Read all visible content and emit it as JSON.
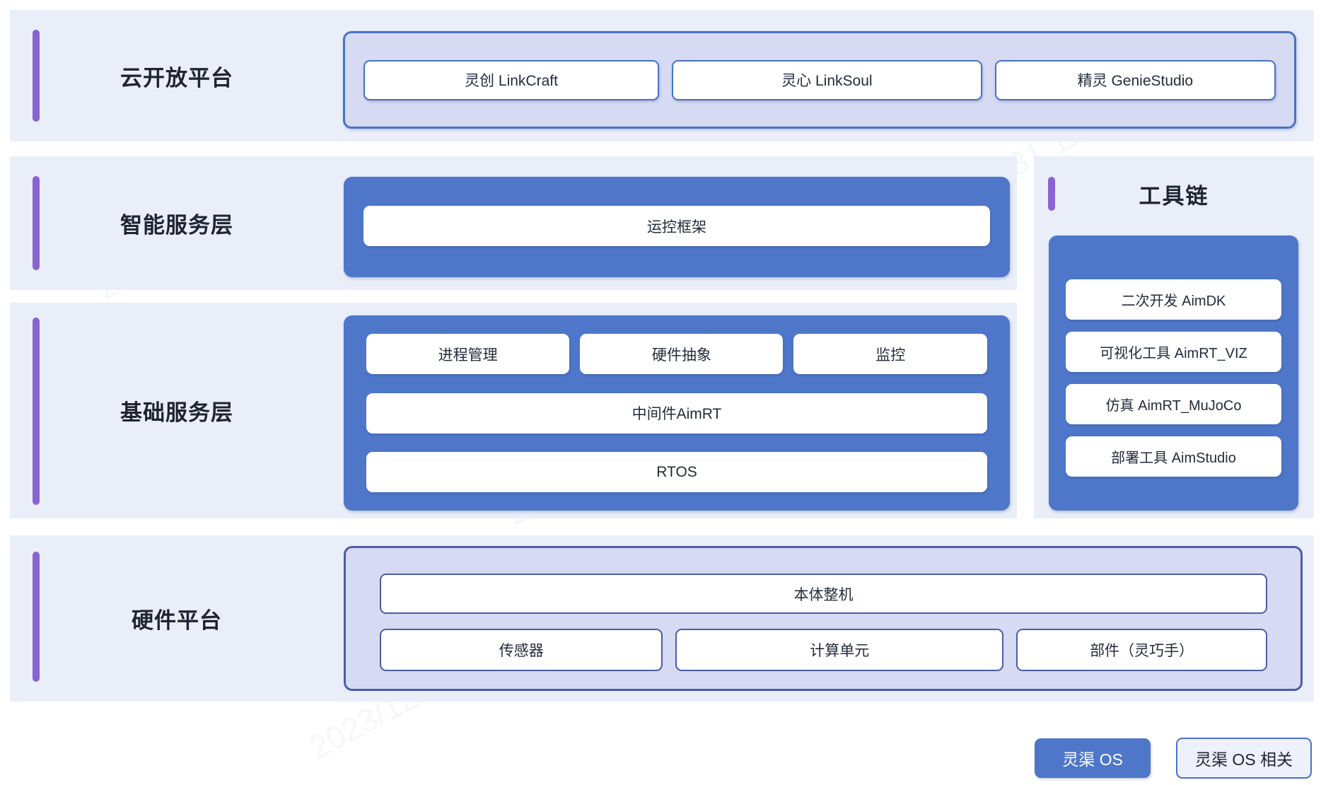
{
  "watermark": {
    "text": "2023/12/31 11:42"
  },
  "rows": {
    "cloud": {
      "label": "云开放平台",
      "items": [
        "灵创 LinkCraft",
        "灵心 LinkSoul",
        "精灵 GenieStudio"
      ]
    },
    "intelligent": {
      "label": "智能服务层",
      "main_box": "运控框架"
    },
    "foundation": {
      "label": "基础服务层",
      "top_items": [
        "进程管理",
        "硬件抽象",
        "监控"
      ],
      "middle_box": "中间件AimRT",
      "bottom_box": "RTOS"
    },
    "hardware": {
      "label": "硬件平台",
      "main_box": "本体整机",
      "items": [
        "传感器",
        "计算单元",
        "部件（灵巧手）"
      ]
    }
  },
  "toolchain": {
    "label": "工具链",
    "items": [
      "二次开发 AimDK",
      "可视化工具 AimRT_VIZ",
      "仿真 AimRT_MuJoCo",
      "部署工具 AimStudio"
    ]
  },
  "legend": {
    "filled": "灵渠 OS",
    "outlined": "灵渠 OS 相关"
  },
  "colors": {
    "band_bg": "#eaeef9",
    "accent_purple": "#8a63d3",
    "blue_fill": "#4e77ca",
    "blue_border": "#4a71c6",
    "lavender_fill": "#d6daf3",
    "hardware_border": "#4c5ca8",
    "text_dark": "#1d2533"
  }
}
